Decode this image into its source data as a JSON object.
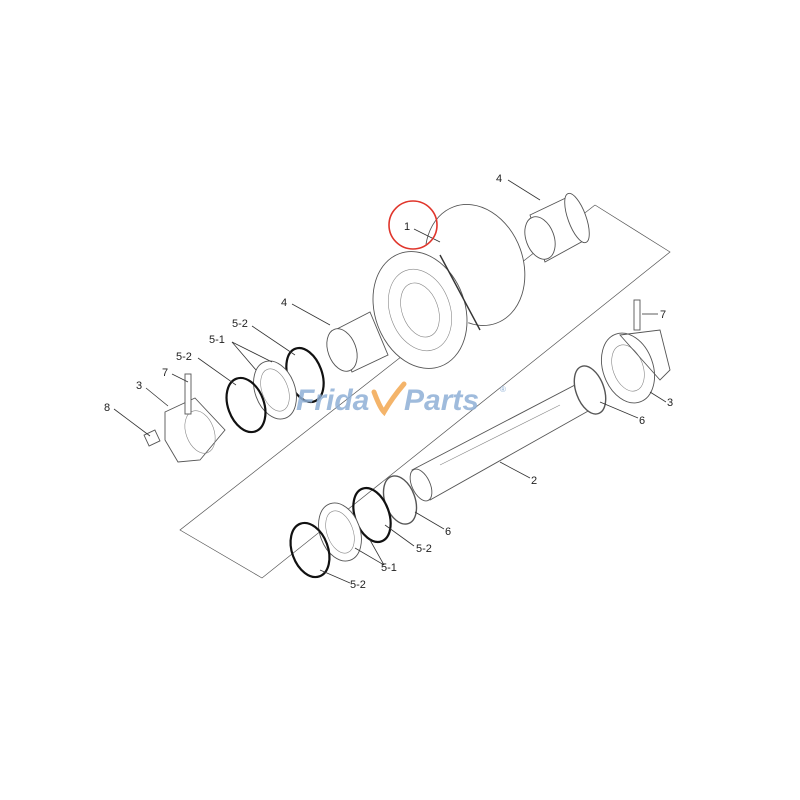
{
  "diagram": {
    "callouts": [
      {
        "id": "part-1",
        "text": "1",
        "highlighted": true
      },
      {
        "id": "bushing-upper",
        "text": "4"
      },
      {
        "id": "bushing-lower",
        "text": "4"
      },
      {
        "id": "oring-a",
        "text": "5-2"
      },
      {
        "id": "seal-a",
        "text": "5-1"
      },
      {
        "id": "oring-b",
        "text": "5-2"
      },
      {
        "id": "pin-left",
        "text": "7"
      },
      {
        "id": "collar-left",
        "text": "3"
      },
      {
        "id": "plug",
        "text": "8"
      },
      {
        "id": "pin-right",
        "text": "7"
      },
      {
        "id": "collar-right",
        "text": "3"
      },
      {
        "id": "ring-right",
        "text": "6"
      },
      {
        "id": "shaft",
        "text": "2"
      },
      {
        "id": "ring-lower",
        "text": "6"
      },
      {
        "id": "oring-c",
        "text": "5-2"
      },
      {
        "id": "seal-b",
        "text": "5-1"
      },
      {
        "id": "oring-d",
        "text": "5-2"
      }
    ],
    "highlight_color": "#e0352b"
  },
  "watermark": {
    "text_left": "Frida",
    "text_right": "Parts",
    "mark": "®",
    "brand_blue": "#8fb0d6",
    "brand_orange": "#f4b46a"
  }
}
